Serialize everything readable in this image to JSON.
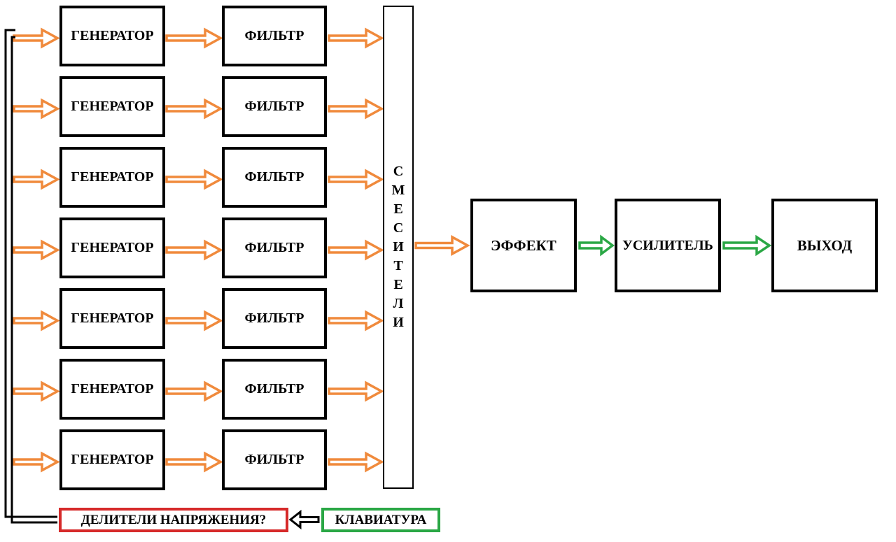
{
  "generator_label": "ГЕНЕРАТОР",
  "filter_label": "ФИЛЬТР",
  "mixer_label": "СМЕСИТЕЛИ",
  "effect_label": "ЭФФЕКТ",
  "amplifier_label": "УСИЛИТЕЛЬ",
  "output_label": "ВЫХОД",
  "divider_label": "ДЕЛИТЕЛИ НАПРЯЖЕНИЯ?",
  "keyboard_label": "КЛАВИАТУРА",
  "channel_count": 7,
  "colors": {
    "orange_arrow": "#f08a3c",
    "green_arrow": "#2aa745",
    "divider_border": "#d62a2a",
    "keyboard_border": "#2aa745",
    "box_border": "#000000"
  }
}
